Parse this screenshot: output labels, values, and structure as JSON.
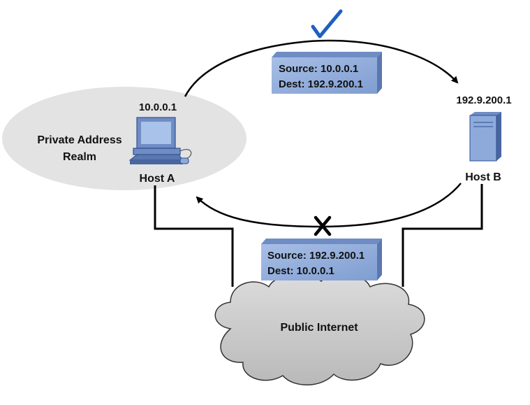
{
  "realm": {
    "label_line1": "Private Address",
    "label_line2": "Realm"
  },
  "host_a": {
    "ip": "10.0.0.1",
    "label": "Host A"
  },
  "host_b": {
    "ip": "192.9.200.1",
    "label": "Host B"
  },
  "outbound_packet": {
    "source": "Source: 10.0.0.1",
    "dest": "Dest: 192.9.200.1",
    "status": "success"
  },
  "return_packet": {
    "source": "Source: 192.9.200.1",
    "dest": "Dest: 10.0.0.1",
    "status": "failed"
  },
  "cloud": {
    "label": "Public Internet"
  },
  "colors": {
    "packet_fill": "#8eaadb",
    "check": "#1f5fbf",
    "realm_fill": "#e3e3e3",
    "cloud_fill": "#cfcfcf"
  },
  "icons": {
    "success": "checkmark-icon",
    "failure": "x-mark-icon",
    "host_a": "desktop-computer-icon",
    "host_b": "server-tower-icon"
  }
}
